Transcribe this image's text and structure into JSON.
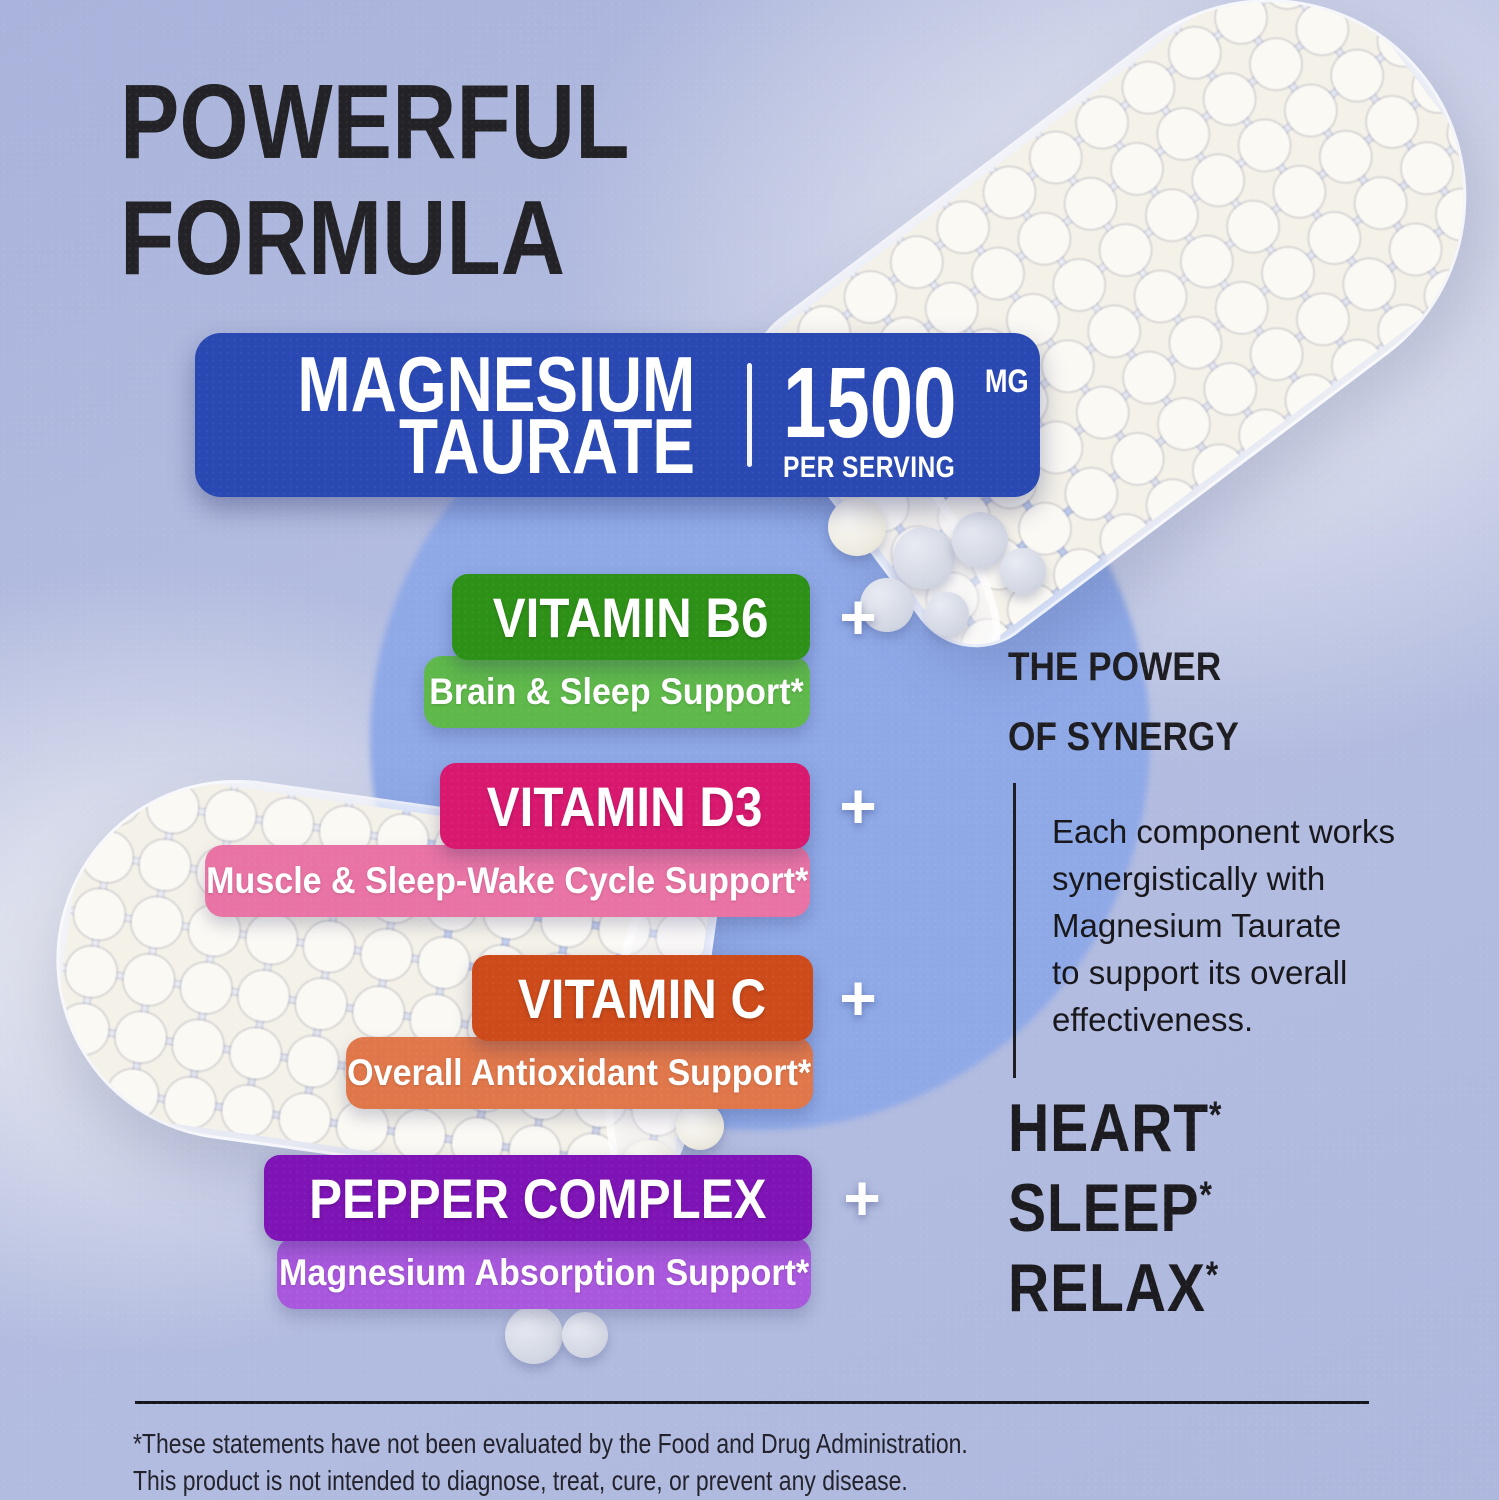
{
  "palette": {
    "background": "#b2bce0",
    "circle": "#8fa9e7",
    "banner_blue": "#2a48b2",
    "text_dark": "#1d1d22"
  },
  "title": {
    "line1": "POWERFUL",
    "line2": "FORMULA"
  },
  "banner": {
    "product_line1": "MAGNESIUM",
    "product_line2": "TAURATE",
    "amount": "1500",
    "unit": "MG",
    "per_serving": "PER SERVING"
  },
  "ingredients": [
    {
      "name": "VITAMIN B6",
      "benefit": "Brain & Sleep Support*",
      "plus": "+",
      "main_color": "#2e9117",
      "sub_color": "#5eb84a"
    },
    {
      "name": "VITAMIN D3",
      "benefit": "Muscle & Sleep-Wake Cycle Support*",
      "plus": "+",
      "main_color": "#d8186f",
      "sub_color": "#e873a4"
    },
    {
      "name": "VITAMIN C",
      "benefit": "Overall Antioxidant Support*",
      "plus": "+",
      "main_color": "#cd4a1a",
      "sub_color": "#e0774a"
    },
    {
      "name": "PEPPER COMPLEX",
      "benefit": "Magnesium Absorption Support*",
      "plus": "+",
      "main_color": "#7e13b6",
      "sub_color": "#a958dd"
    }
  ],
  "synergy": {
    "heading_line1": "THE POWER",
    "heading_line2": "OF SYNERGY",
    "body_lines": [
      "Each component works",
      "synergistically with",
      "Magnesium Taurate",
      "to support its overall",
      "effectiveness."
    ]
  },
  "benefits": [
    {
      "word": "HEART",
      "note": "*"
    },
    {
      "word": "SLEEP",
      "note": "*"
    },
    {
      "word": "RELAX",
      "note": "*"
    }
  ],
  "disclaimer": {
    "line1": "*These statements have not been evaluated by the Food and Drug Administration.",
    "line2": "This product is not intended to diagnose, treat, cure, or prevent any disease."
  }
}
